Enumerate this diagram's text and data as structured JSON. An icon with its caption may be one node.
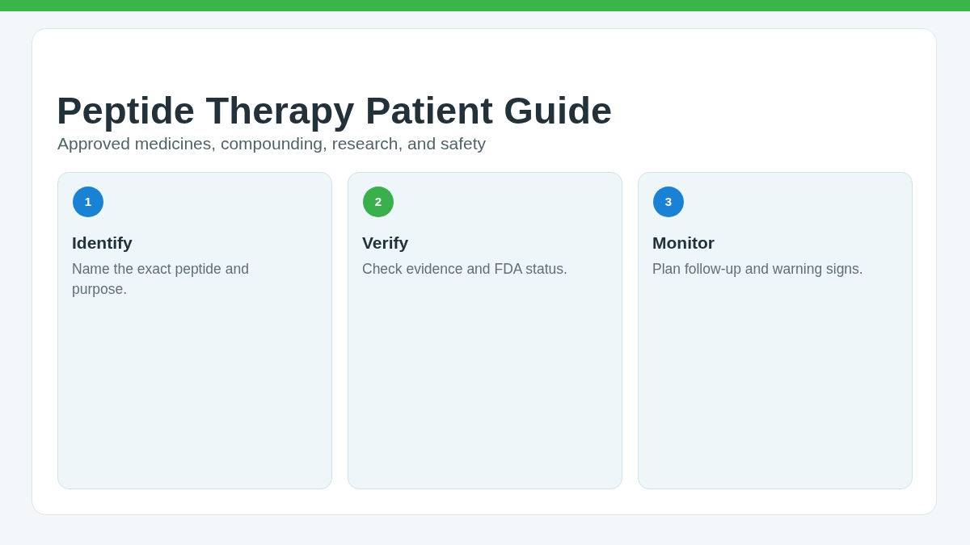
{
  "diagram": {
    "title": "Peptide Therapy Patient Guide",
    "nodes": [
      {
        "text": [
          "1",
          "Identify",
          "Name the exact peptide and purpose."
        ]
      },
      {
        "text": [
          "2",
          "Verify",
          "Check evidence and FDA status."
        ]
      },
      {
        "text": [
          "3",
          "Monitor",
          "Plan follow-up and warning signs."
        ]
      }
    ],
    "labels": [
      "Approved medicines, compounding, research, and safety"
    ]
  }
}
